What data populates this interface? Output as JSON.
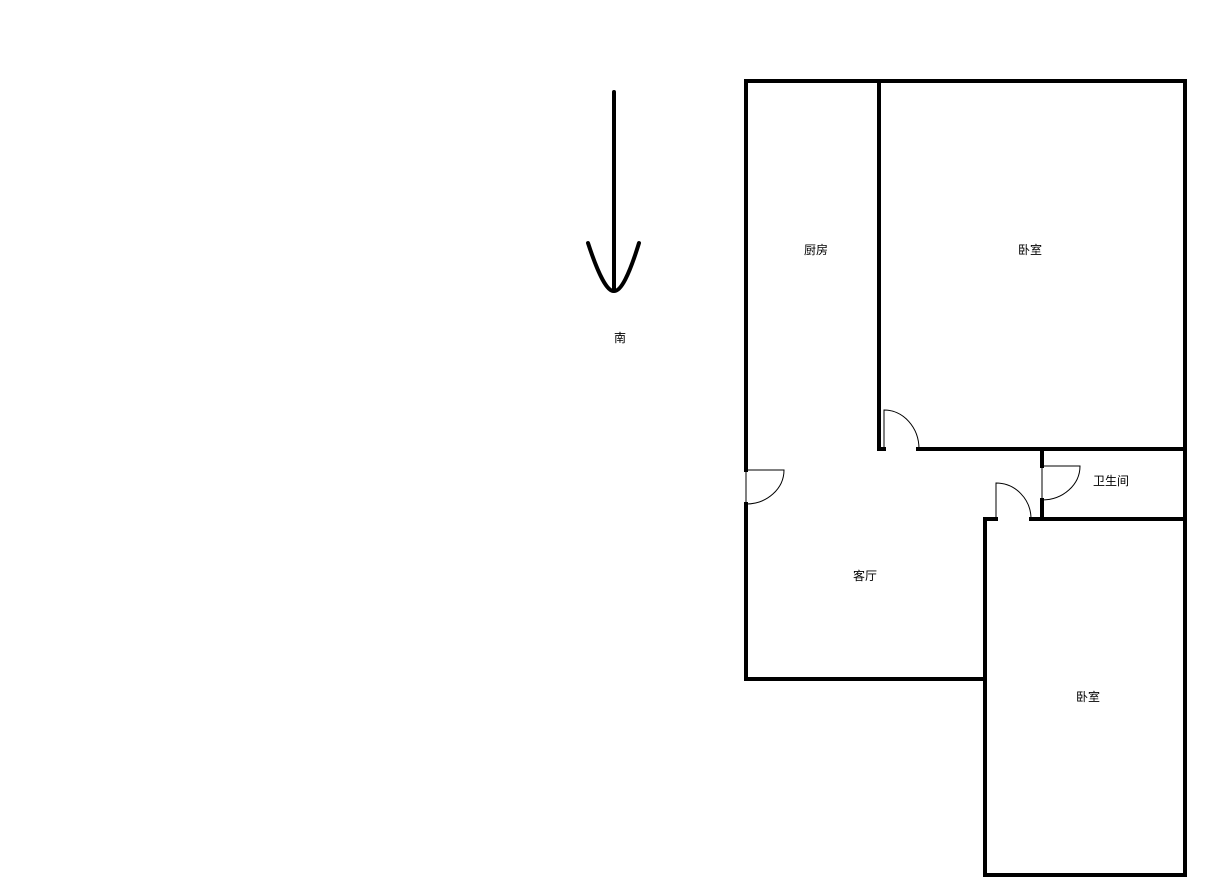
{
  "compass": {
    "direction_label": "南"
  },
  "rooms": {
    "kitchen": "厨房",
    "bedroom_top": "卧室",
    "bathroom": "卫生间",
    "living_room": "客厅",
    "bedroom_bottom": "卧室"
  },
  "colors": {
    "wall": "#000000",
    "background": "#ffffff"
  }
}
